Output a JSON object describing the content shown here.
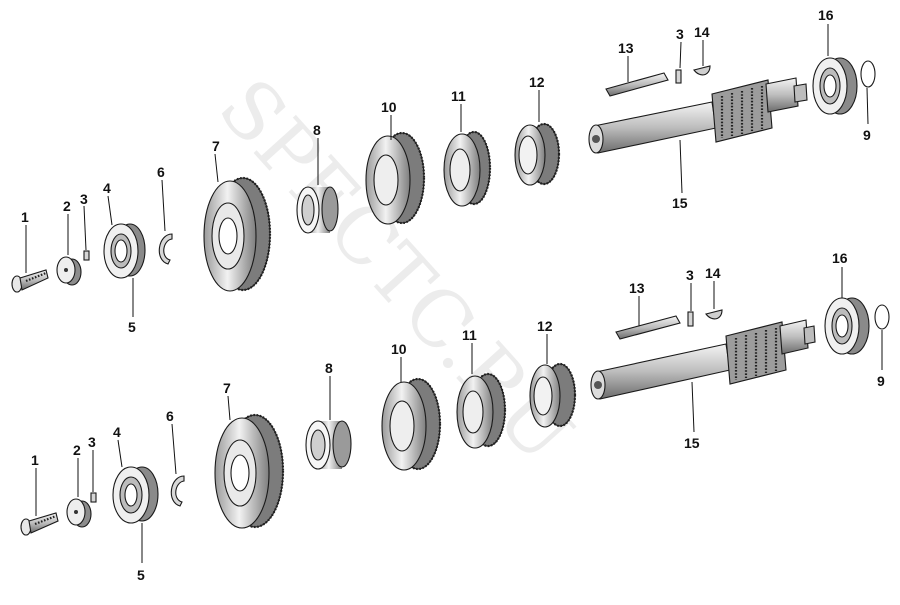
{
  "watermark": "SPECTC.RU",
  "colors": {
    "line": "#1a1a1a",
    "paper": "#ffffff",
    "shade": "#cfcfcf",
    "dark": "#8a8a8a"
  },
  "callouts": {
    "top": [
      "1",
      "2",
      "3",
      "4",
      "5",
      "6",
      "7",
      "8",
      "10",
      "11",
      "12",
      "13",
      "3",
      "14",
      "16",
      "9",
      "15"
    ],
    "bottom": [
      "1",
      "2",
      "3",
      "4",
      "5",
      "6",
      "7",
      "8",
      "10",
      "11",
      "12",
      "13",
      "3",
      "14",
      "16",
      "9",
      "15"
    ]
  }
}
